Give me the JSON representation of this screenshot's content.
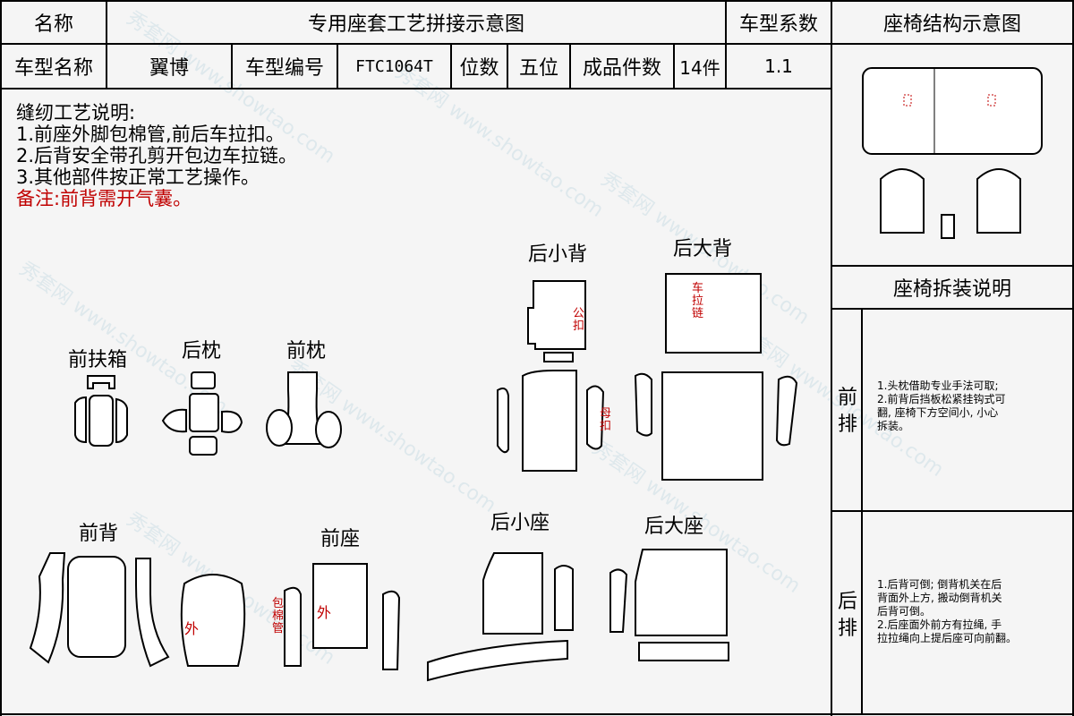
{
  "header": {
    "name_label": "名称",
    "title": "专用座套工艺拼接示意图",
    "coef_label": "车型系数",
    "struct_title": "座椅结构示意图"
  },
  "info": {
    "model_name_label": "车型名称",
    "model_name": "翼博",
    "model_code_label": "车型编号",
    "model_code": "FTC1064T",
    "seats_label": "位数",
    "seats": "五位",
    "pieces_label": "成品件数",
    "pieces": "14件",
    "coef": "1.1"
  },
  "notes": {
    "title": "缝纫工艺说明:",
    "items": [
      "1.前座外脚包棉管,前后车拉扣。",
      "2.后背安全带孔剪开包边车拉链。",
      "3.其他部件按正常工艺操作。"
    ],
    "remark": " 备注:前背需开气囊。"
  },
  "parts": {
    "front_armrest": "前扶箱",
    "rear_pillow": "后枕",
    "front_pillow": "前枕",
    "rear_small_back": "后小背",
    "rear_big_back": "后大背",
    "front_back": "前背",
    "front_seat": "前座",
    "rear_small_seat": "后小座",
    "rear_big_seat": "后大座"
  },
  "marks": {
    "zipper": "车拉链",
    "male_clip": "公扣",
    "female_clip": "母扣",
    "outer_left": "外",
    "outer_right": "外",
    "cotton_tube": "包棉管"
  },
  "disassembly": {
    "title": "座椅拆装说明",
    "front_label": "前排",
    "front_text": [
      "1.头枕借助专业手法可取;",
      "2.前背后挡板松紧挂钩式可",
      "翻, 座椅下方空间小, 小心",
      "拆装。"
    ],
    "rear_label": "后排",
    "rear_text": [
      "1.后背可倒; 倒背机关在后",
      "背面外上方, 搬动倒背机关",
      "后背可倒。",
      "2.后座面外前方有拉绳, 手",
      "拉拉绳向上提后座可向前翻。"
    ]
  },
  "watermark": "秀套网 www.showtao.com",
  "colors": {
    "remark": "#c00000",
    "line": "#000000",
    "background": "#f5f5f5"
  }
}
